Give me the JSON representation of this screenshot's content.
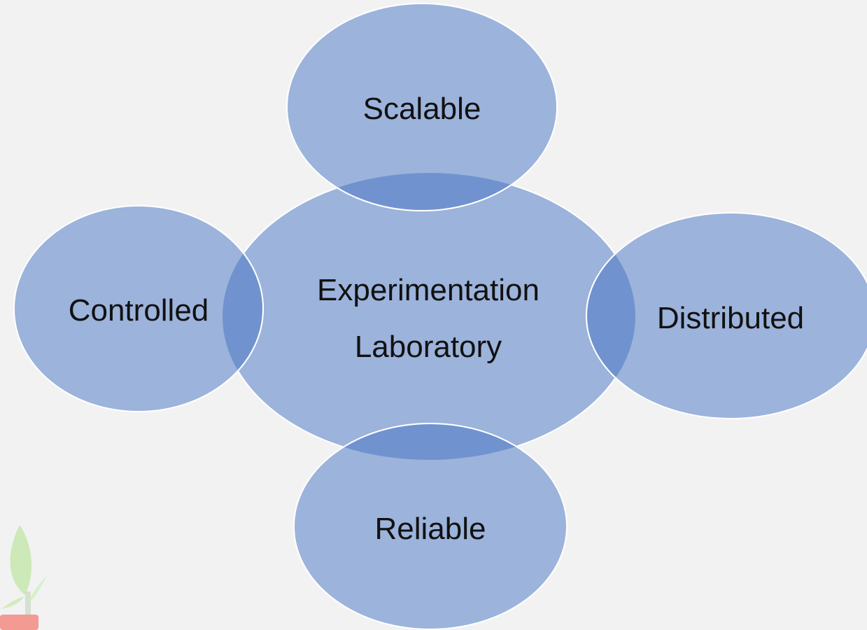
{
  "diagram": {
    "center": {
      "line1": "Experimentation",
      "line2": "Laboratory"
    },
    "nodes": {
      "top": "Scalable",
      "left": "Controlled",
      "right": "Distributed",
      "bottom": "Reliable"
    },
    "colors": {
      "background": "#f2f2f2",
      "fill": "#9cb3db",
      "overlap": "#7093cf",
      "stroke": "#ffffff"
    }
  },
  "decoration": {
    "plant": "plant-icon"
  }
}
